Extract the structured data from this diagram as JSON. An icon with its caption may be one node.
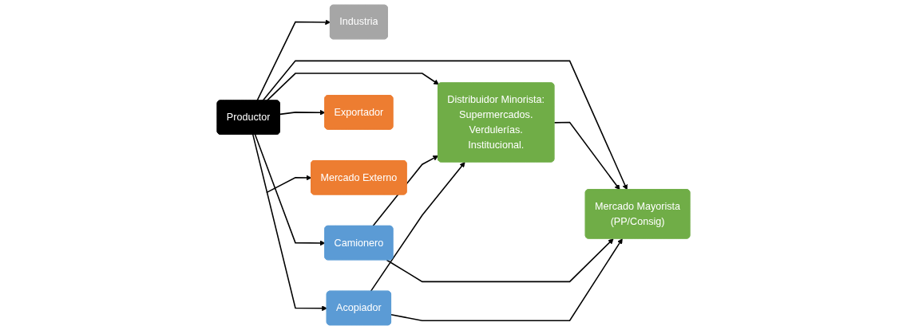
{
  "diagram": {
    "nodes": [
      {
        "text": [
          "Productor"
        ]
      },
      {
        "text": [
          "Industria"
        ]
      },
      {
        "text": [
          "Mercado Mayorista",
          "(PP/Consig)"
        ]
      },
      {
        "text": [
          "Distribuidor Minorista:",
          "Supermercados.",
          "Verdulerías.",
          "Institucional."
        ]
      },
      {
        "text": [
          "Camionero"
        ]
      },
      {
        "text": [
          "Acopiador"
        ]
      },
      {
        "text": [
          "Exportador"
        ]
      },
      {
        "text": [
          "Mercado Externo"
        ]
      }
    ],
    "edges": [
      {
        "from": 0,
        "to": 1,
        "arrow": "to"
      },
      {
        "from": 0,
        "to": 3,
        "arrow": "to"
      },
      {
        "from": 0,
        "to": 2,
        "arrow": "to"
      },
      {
        "from": 3,
        "to": 2,
        "arrow": "to"
      },
      {
        "from": 0,
        "to": 4,
        "arrow": "to"
      },
      {
        "from": 0,
        "to": 5,
        "arrow": "to"
      },
      {
        "from": 4,
        "to": 2,
        "arrow": "to"
      },
      {
        "from": 4,
        "to": 3,
        "arrow": "to"
      },
      {
        "from": 5,
        "to": 2,
        "arrow": "to"
      },
      {
        "from": 5,
        "to": 3,
        "arrow": "to"
      },
      {
        "from": 0,
        "to": 6,
        "arrow": "to"
      },
      {
        "from": null,
        "to": 7,
        "arrow": "to"
      }
    ]
  }
}
